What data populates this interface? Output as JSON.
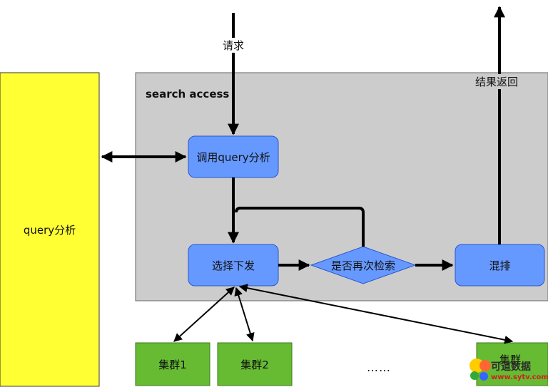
{
  "request_label": "请求",
  "result_label": "结果返回",
  "query_panel": {
    "label": "query分析"
  },
  "search_access": {
    "title": "search access",
    "call_query": "调用query分析",
    "select_dispatch": "选择下发",
    "decision": "是否再次检索",
    "merge": "混排"
  },
  "clusters": [
    "集群1",
    "集群2",
    "集群"
  ],
  "ellipsis": "……",
  "watermark": {
    "text": "可道数据",
    "url": "www.sytv.com"
  },
  "colors": {
    "query_panel": "#ffff33",
    "search_panel": "#cccccc",
    "node": "#6699ff",
    "cluster": "#66bb33",
    "arrow": "#000000"
  }
}
